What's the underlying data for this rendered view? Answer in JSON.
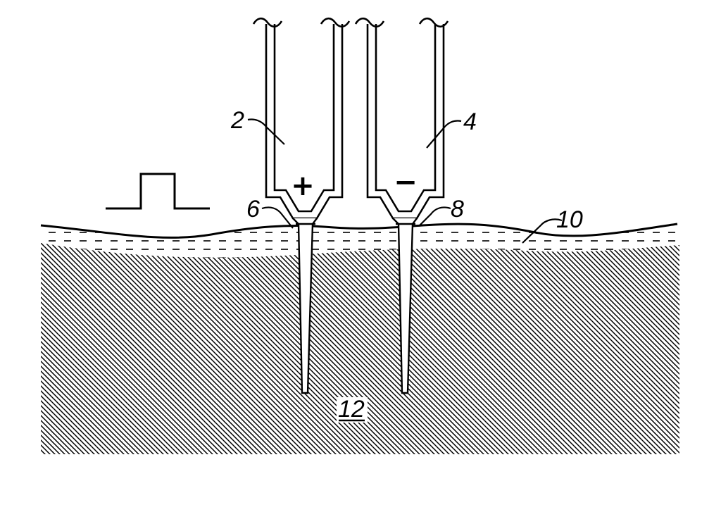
{
  "figure": {
    "labels": {
      "electrode_positive_ref": "2",
      "electrode_negative_ref": "4",
      "tip_positive_ref": "6",
      "tip_negative_ref": "8",
      "surface_layer_ref": "10",
      "substrate_ref": "12"
    },
    "polarity": {
      "positive": "+",
      "negative": "−"
    },
    "colors": {
      "ink": "#000000",
      "background": "#ffffff"
    },
    "icons": [
      "pulse-waveform-icon"
    ]
  }
}
